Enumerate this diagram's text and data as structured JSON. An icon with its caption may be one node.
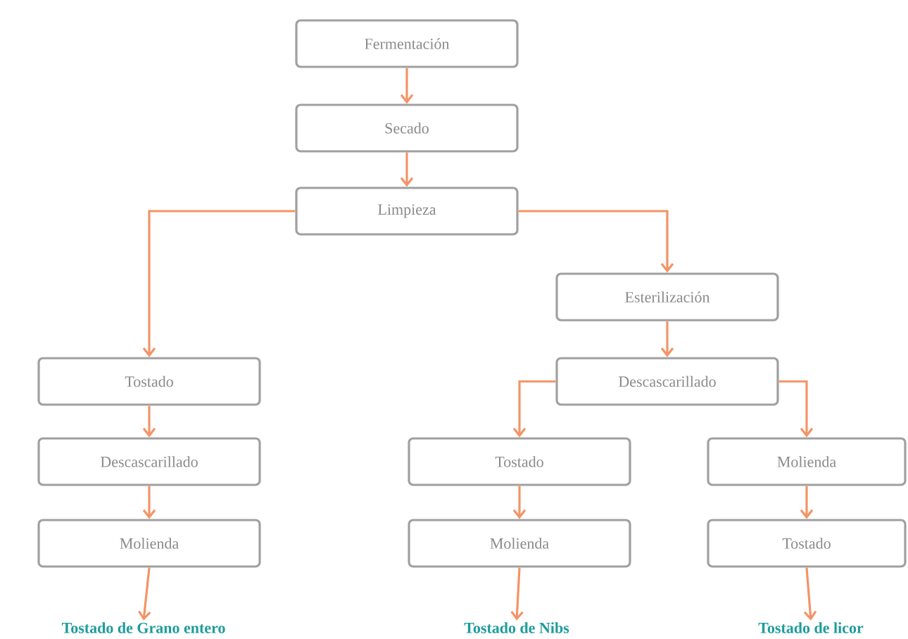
{
  "diagram": {
    "nodes": [
      {
        "text": [
          "Fermentación"
        ]
      },
      {
        "text": [
          "Secado"
        ]
      },
      {
        "text": [
          "Limpieza"
        ]
      },
      {
        "text": [
          "Esterilización"
        ]
      },
      {
        "text": [
          "Tostado"
        ]
      },
      {
        "text": [
          "Descascarillado"
        ]
      },
      {
        "text": [
          "Descascarillado"
        ]
      },
      {
        "text": [
          "Tostado"
        ]
      },
      {
        "text": [
          "Molienda"
        ]
      },
      {
        "text": [
          "Molienda"
        ]
      },
      {
        "text": [
          "Molienda"
        ]
      },
      {
        "text": [
          "Tostado"
        ]
      },
      {
        "text": [
          "Tostado de Grano entero"
        ]
      },
      {
        "text": [
          "Tostado de Nibs"
        ]
      },
      {
        "text": [
          "Tostado de licor"
        ]
      }
    ],
    "edges": [
      {
        "from": 0,
        "to": 1,
        "arrow": "to"
      },
      {
        "from": 1,
        "to": 2,
        "arrow": "to"
      },
      {
        "from": 2,
        "to": 4,
        "arrow": "to"
      },
      {
        "from": 2,
        "to": 3,
        "arrow": "to"
      },
      {
        "from": 3,
        "to": 6,
        "arrow": "to"
      },
      {
        "from": 4,
        "to": 5,
        "arrow": "to"
      },
      {
        "from": 6,
        "to": 7,
        "arrow": "to"
      },
      {
        "from": 6,
        "to": 8,
        "arrow": "to"
      },
      {
        "from": 5,
        "to": 9,
        "arrow": "to"
      },
      {
        "from": 7,
        "to": 10,
        "arrow": "to"
      },
      {
        "from": 8,
        "to": 11,
        "arrow": "to"
      },
      {
        "from": 9,
        "to": 12,
        "arrow": "to"
      },
      {
        "from": 10,
        "to": 13,
        "arrow": "to"
      },
      {
        "from": 11,
        "to": 14,
        "arrow": "to"
      }
    ]
  }
}
